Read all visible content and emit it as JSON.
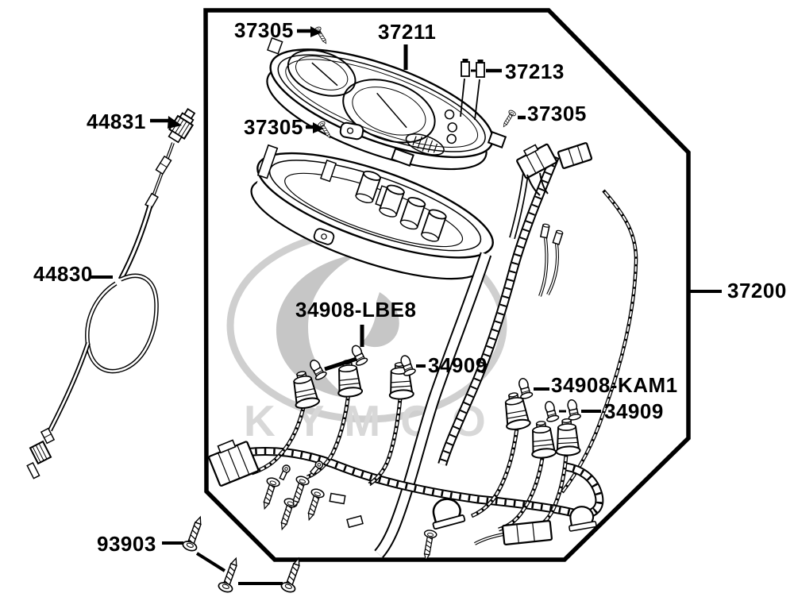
{
  "diagram": {
    "watermark_text": "KYMCO",
    "part_labels": [
      "37305",
      "37211",
      "37213",
      "37305",
      "37305",
      "44831",
      "44830",
      "34908-LBE8",
      "34909",
      "34908-KAM1",
      "34909",
      "37200",
      "93903"
    ]
  }
}
